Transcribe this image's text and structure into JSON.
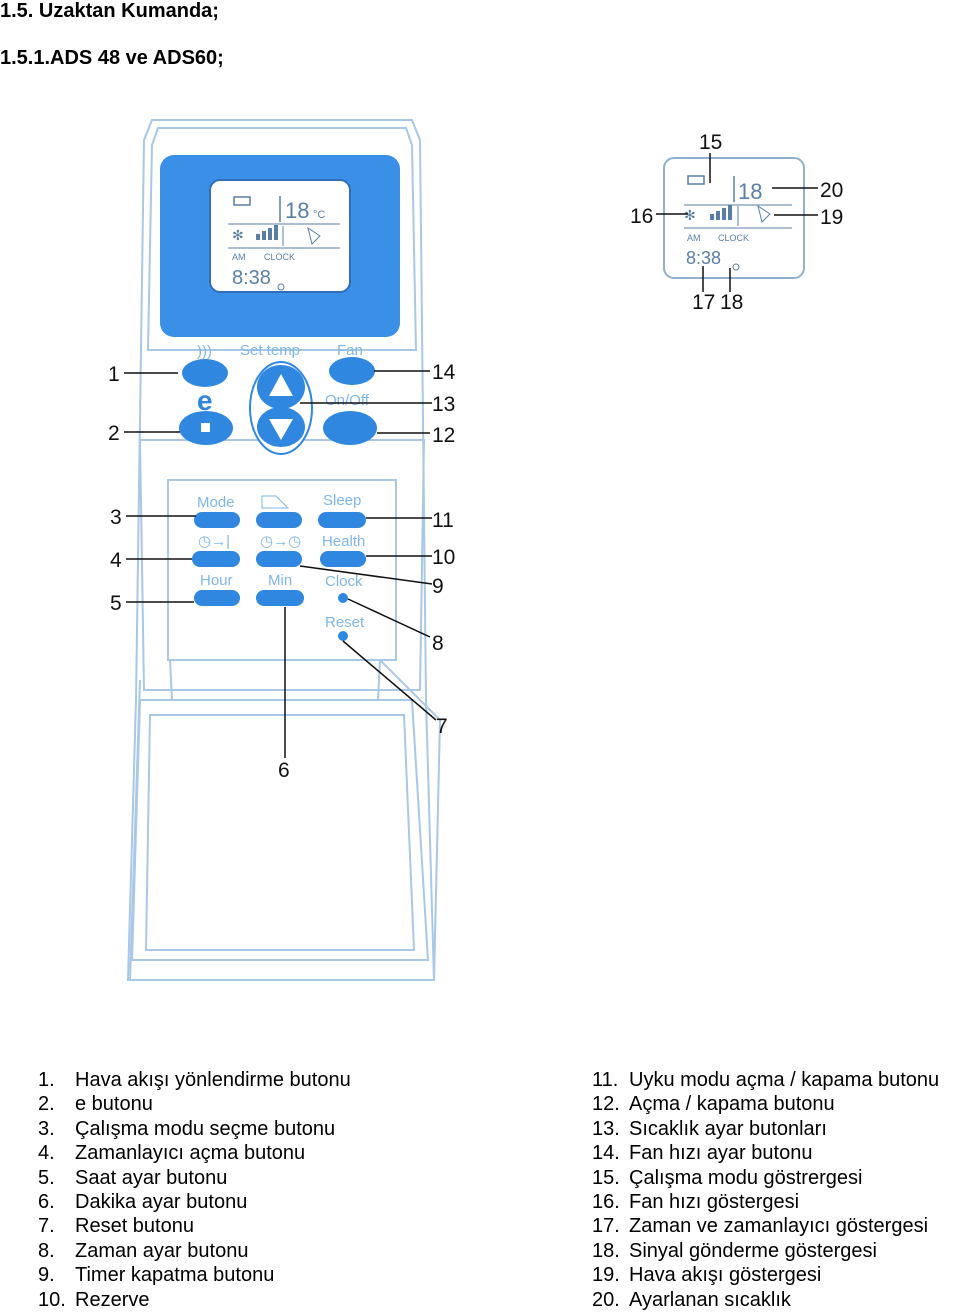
{
  "heading": "1.5. Uzaktan Kumanda;",
  "subheading": "1.5.1.ADS 48 ve ADS60;",
  "remote": {
    "button_labels": {
      "set_temp": "Set temp",
      "fan": "Fan",
      "on_off": "On/Off",
      "e": "e",
      "mode": "Mode",
      "sleep": "Sleep",
      "health": "Health",
      "hour": "Hour",
      "min": "Min",
      "clock": "Clock",
      "reset": "Reset"
    },
    "display": {
      "temperature": "18",
      "temp_unit": "°C",
      "am": "AM",
      "clock": "CLOCK",
      "time": "8:38"
    },
    "callouts": [
      "1",
      "2",
      "3",
      "4",
      "5",
      "6",
      "7",
      "8",
      "9",
      "10",
      "11",
      "12",
      "13",
      "14"
    ]
  },
  "display_detail": {
    "temperature": "18",
    "am": "AM",
    "clock": "CLOCK",
    "time": "8:38",
    "callouts": [
      "15",
      "16",
      "17",
      "18",
      "19",
      "20"
    ]
  },
  "legend_left": [
    {
      "num": "1.",
      "text": "Hava akışı yönlendirme butonu"
    },
    {
      "num": "2.",
      "text": "e butonu"
    },
    {
      "num": "3.",
      "text": "Çalışma modu seçme butonu"
    },
    {
      "num": "4.",
      "text": "Zamanlayıcı açma butonu"
    },
    {
      "num": "5.",
      "text": "Saat ayar butonu"
    },
    {
      "num": "6.",
      "text": "Dakika ayar butonu"
    },
    {
      "num": "7.",
      "text": "Reset butonu"
    },
    {
      "num": "8.",
      "text": "Zaman ayar butonu"
    },
    {
      "num": "9.",
      "text": "Timer kapatma butonu"
    },
    {
      "num": "10.",
      "text": "Rezerve"
    }
  ],
  "legend_right": [
    {
      "num": "11.",
      "text": "Uyku modu açma / kapama butonu"
    },
    {
      "num": "12.",
      "text": "Açma / kapama butonu"
    },
    {
      "num": "13.",
      "text": "Sıcaklık ayar butonları"
    },
    {
      "num": "14.",
      "text": "Fan hızı ayar butonu"
    },
    {
      "num": "15.",
      "text": "Çalışma modu göstrergesi"
    },
    {
      "num": "16.",
      "text": "Fan hızı göstergesi"
    },
    {
      "num": "17.",
      "text": "Zaman ve zamanlayıcı göstergesi"
    },
    {
      "num": "18.",
      "text": "Sinyal gönderme göstergesi"
    },
    {
      "num": "19.",
      "text": "Hava akışı göstergesi"
    },
    {
      "num": "20.",
      "text": "Ayarlanan sıcaklık"
    }
  ],
  "colors": {
    "remote_outline": "#a9c7e6",
    "button_blue": "#2f87e0",
    "screen_blue": "#3a8fe6"
  }
}
